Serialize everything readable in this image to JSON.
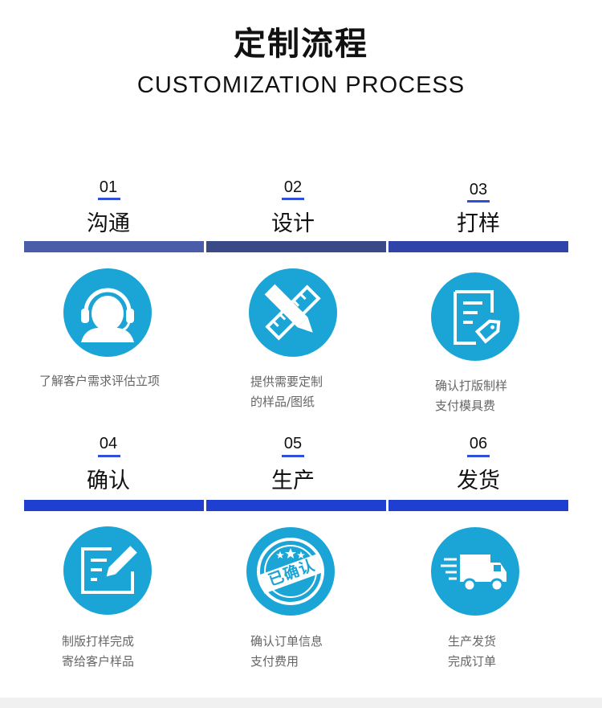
{
  "header": {
    "title": "定制流程",
    "subtitle": "CUSTOMIZATION PROCESS"
  },
  "colors": {
    "icon_circle": "#1aa5d6",
    "underline": "#2f4fd8",
    "row1_bars": [
      "#4b5ca8",
      "#3a4a86",
      "#2f43a8"
    ],
    "row2_bars": [
      "#1f3fd0",
      "#1f3fd0",
      "#1f3fd0"
    ]
  },
  "steps": [
    {
      "num": "01",
      "label": "沟通",
      "icon": "headset-agent-icon",
      "desc": [
        "了解客户需求评估立项"
      ]
    },
    {
      "num": "02",
      "label": "设计",
      "icon": "pencil-ruler-icon",
      "desc": [
        "提供需要定制",
        "的样品/图纸"
      ]
    },
    {
      "num": "03",
      "label": "打样",
      "icon": "document-tag-icon",
      "desc": [
        "确认打版制样",
        "支付模具费"
      ]
    },
    {
      "num": "04",
      "label": "确认",
      "icon": "edit-form-icon",
      "desc": [
        "制版打样完成",
        "寄给客户样品"
      ]
    },
    {
      "num": "05",
      "label": "生产",
      "icon": "confirmed-stamp-icon",
      "stamp_text": "已确认",
      "desc": [
        "确认订单信息",
        "支付费用"
      ]
    },
    {
      "num": "06",
      "label": "发货",
      "icon": "delivery-truck-icon",
      "desc": [
        "生产发货",
        "完成订单"
      ]
    }
  ]
}
